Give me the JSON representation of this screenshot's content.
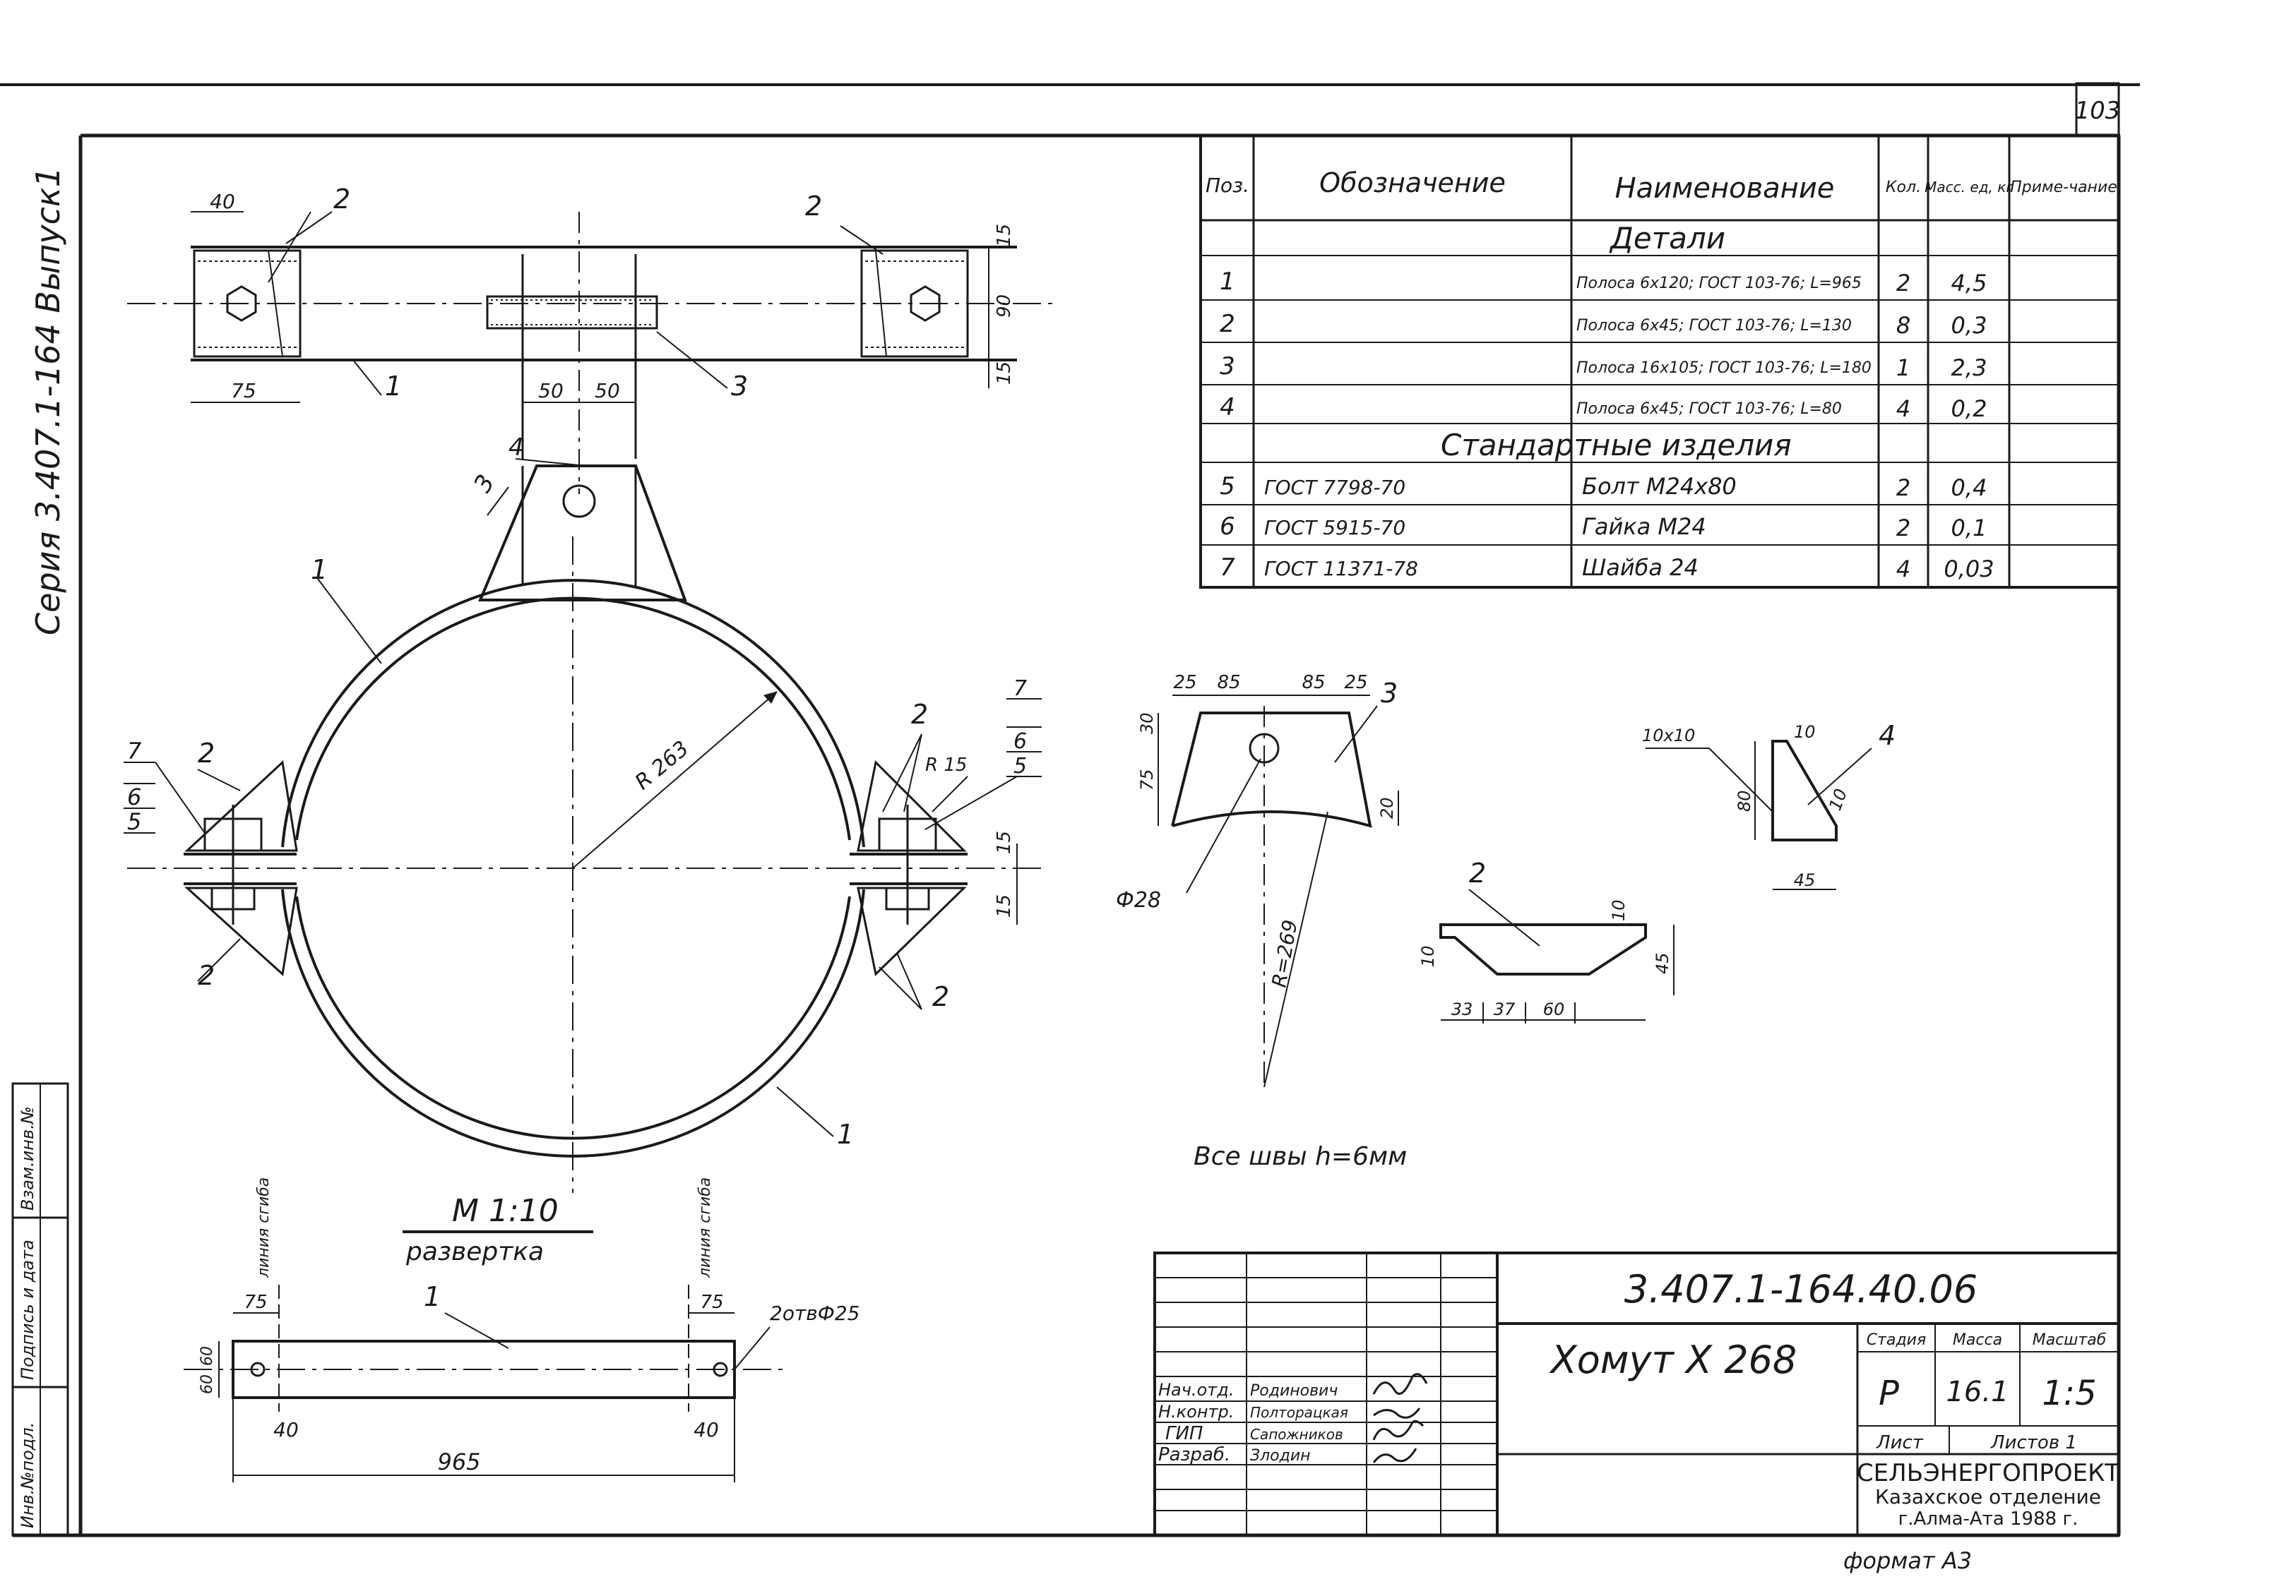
{
  "sheet": {
    "page_number": "103",
    "series": "Серия 3.407.1-164 Выпуск1",
    "format": "формат А3"
  },
  "spec_table": {
    "headers": [
      "Поз.",
      "Обозначение",
      "Наименование",
      "Кол.",
      "Масс. ед, кг",
      "Приме-чание"
    ],
    "section_details": "Детали",
    "section_standard": "Стандартные изделия",
    "rows": [
      {
        "pos": "1",
        "code": "",
        "name": "Полоса 6x120; ГОСТ 103-76; L=965",
        "qty": "2",
        "mass": "4,5"
      },
      {
        "pos": "2",
        "code": "",
        "name": "Полоса 6x45; ГОСТ 103-76; L=130",
        "qty": "8",
        "mass": "0,3"
      },
      {
        "pos": "3",
        "code": "",
        "name": "Полоса 16x105; ГОСТ 103-76; L=180",
        "qty": "1",
        "mass": "2,3"
      },
      {
        "pos": "4",
        "code": "",
        "name": "Полоса 6x45; ГОСТ 103-76; L=80",
        "qty": "4",
        "mass": "0,2"
      },
      {
        "pos": "5",
        "code": "ГОСТ 7798-70",
        "name": "Болт М24x80",
        "qty": "2",
        "mass": "0,4"
      },
      {
        "pos": "6",
        "code": "ГОСТ 5915-70",
        "name": "Гайка М24",
        "qty": "2",
        "mass": "0,1"
      },
      {
        "pos": "7",
        "code": "ГОСТ 11371-78",
        "name": "Шайба 24",
        "qty": "4",
        "mass": "0,03"
      }
    ]
  },
  "drawing": {
    "top_view_dims": [
      "40",
      "75",
      "50",
      "50",
      "15",
      "90",
      "15"
    ],
    "radius_main": "R 263",
    "radius_small": "R 15",
    "gap_dims": [
      "15",
      "15"
    ],
    "part3_dims": [
      "25",
      "85",
      "85",
      "25",
      "30",
      "75",
      "20"
    ],
    "part3_hole": "Ф28",
    "part3_radius": "R=269",
    "part4_dims": [
      "10x10",
      "10",
      "80",
      "10",
      "45"
    ],
    "part2_dims": [
      "10",
      "10",
      "45",
      "33",
      "37",
      "60"
    ],
    "welds_note": "Все швы h=6мм",
    "scale_label": "М 1:10",
    "unfold_label": "развертка",
    "bend_line_left": "линия сгиба",
    "bend_line_right": "линия сгиба",
    "unfold_dims": [
      "75",
      "75",
      "60",
      "60",
      "40",
      "40",
      "965"
    ],
    "holes_note": "2отвФ25",
    "labels": [
      "1",
      "2",
      "3",
      "4",
      "5",
      "6",
      "7"
    ]
  },
  "title_block": {
    "doc_number": "3.407.1-164.40.06",
    "title": "Хомут Х 268",
    "stage_label": "Стадия",
    "mass_label": "Масса",
    "scale_label": "Масштаб",
    "stage": "Р",
    "mass": "16.1",
    "scale": "1:5",
    "sheet_label": "Лист",
    "sheets_label": "Листов 1",
    "org_line1": "СЕЛЬЭНЕРГОПРОЕКТ",
    "org_line2": "Казахское отделение",
    "org_line3": "г.Алма-Ата 1988 г.",
    "roles": [
      {
        "role": "Нач.отд.",
        "name": "Родинович"
      },
      {
        "role": "Н.контр.",
        "name": "Полторацкая"
      },
      {
        "role": "ГИП",
        "name": "Сапожников"
      },
      {
        "role": "Разраб.",
        "name": "Злодин"
      }
    ]
  },
  "side_stamp": {
    "inv_no": "Инв.№подл.",
    "sign_date": "Подпись и дата",
    "vzam_inv": "Взам.инв.№"
  }
}
